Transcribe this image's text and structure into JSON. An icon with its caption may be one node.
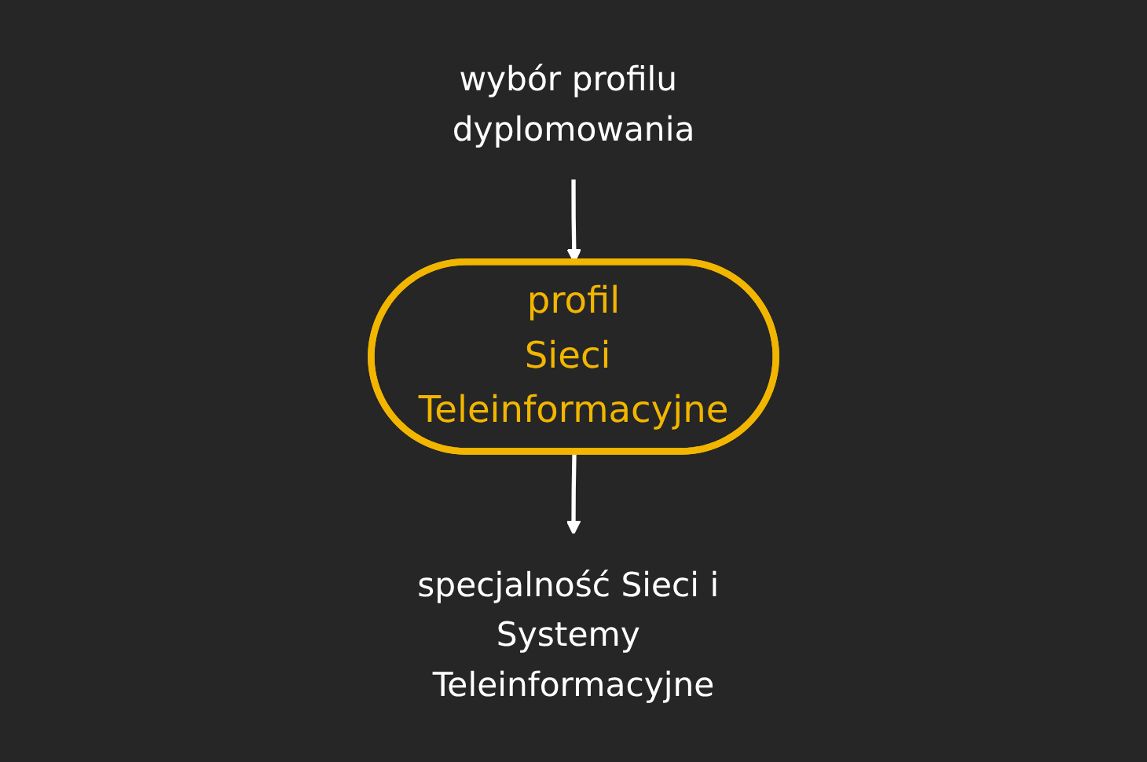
{
  "diagram": {
    "nodes": [
      {
        "text": [
          "wybór profilu dyplomowania"
        ]
      },
      {
        "text": [
          "profil",
          "Sieci Teleinformacyjne"
        ]
      },
      {
        "text": [
          "specjalność Sieci i Systemy Teleinformacyjne"
        ]
      }
    ],
    "edges": [
      {
        "from": 0,
        "to": 1,
        "arrow": "to"
      },
      {
        "from": 1,
        "to": 2,
        "arrow": "to"
      }
    ]
  }
}
